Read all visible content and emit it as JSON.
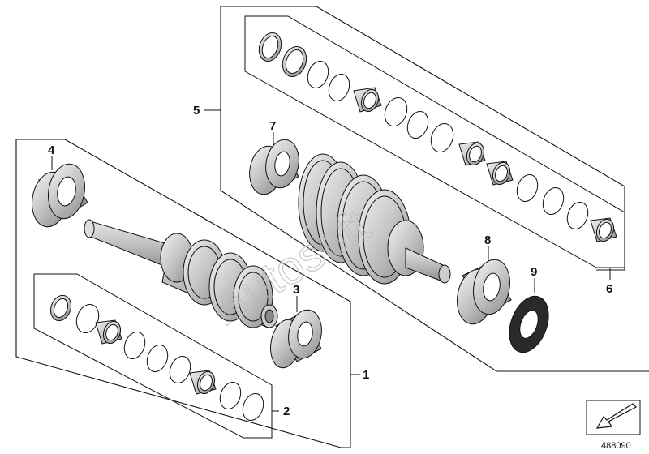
{
  "diagram": {
    "callouts": {
      "p1": "1",
      "p2": "2",
      "p3": "3",
      "p4": "4",
      "p5": "5",
      "p6": "6",
      "p7": "7",
      "p8": "8",
      "p9": "9"
    },
    "doc_number": "488090",
    "watermark": "Autosoft",
    "icons": [
      "navigation-arrow-icon"
    ],
    "colors": {
      "line": "#111111",
      "metal": "#c8c8c8",
      "metal_dark": "#7a7a7a",
      "seal": "#2a2a2a"
    }
  }
}
